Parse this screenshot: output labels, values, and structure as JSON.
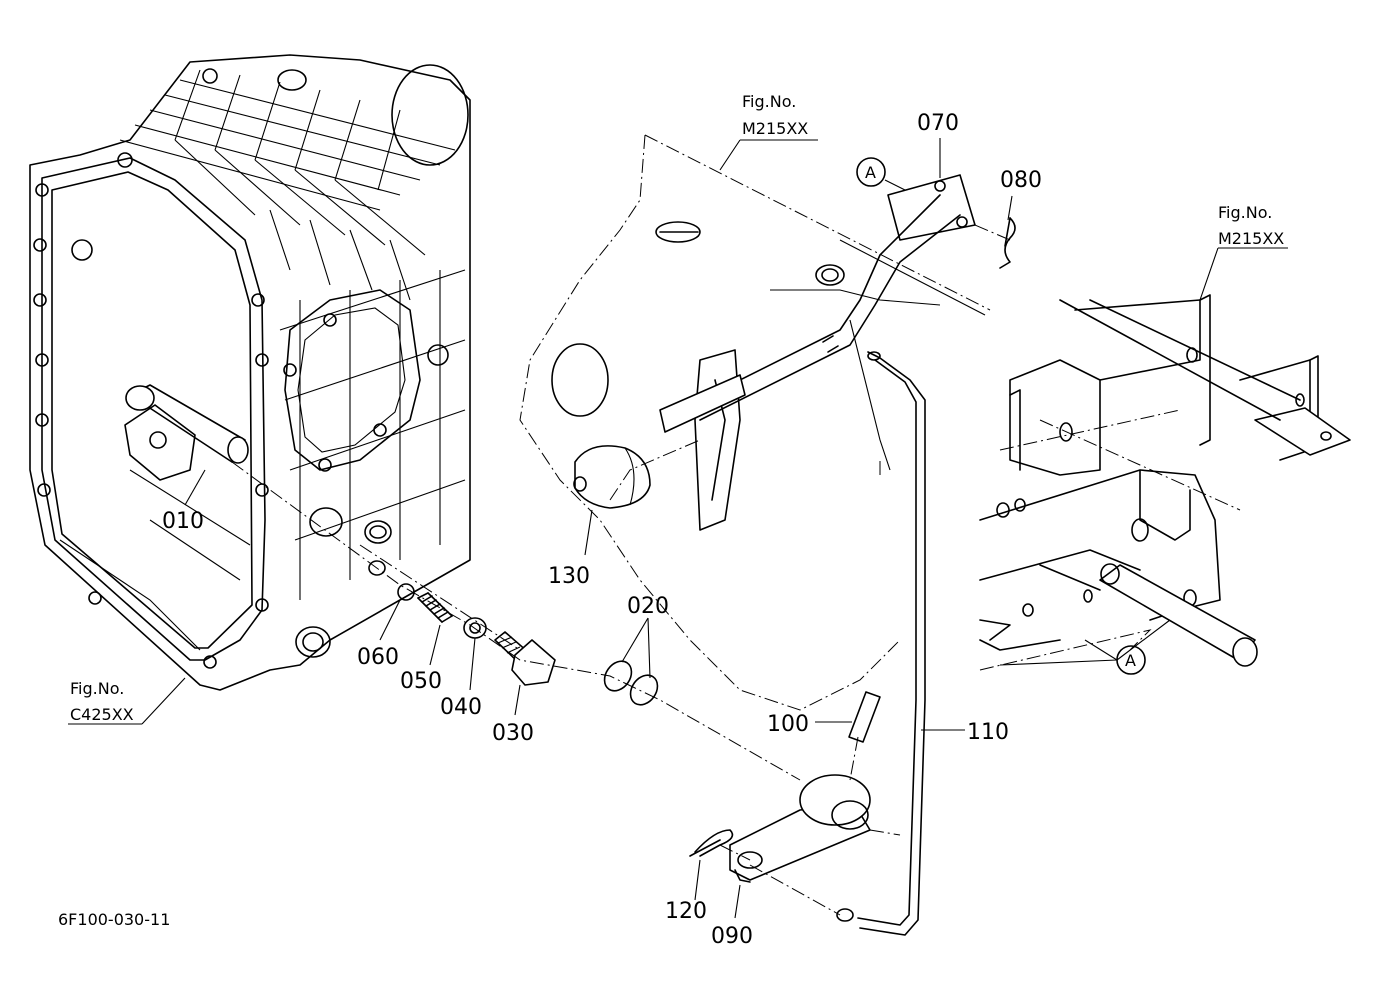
{
  "parts": [
    {
      "no": "010"
    },
    {
      "no": "020"
    },
    {
      "no": "030"
    },
    {
      "no": "040"
    },
    {
      "no": "050"
    },
    {
      "no": "060"
    },
    {
      "no": "070"
    },
    {
      "no": "080"
    },
    {
      "no": "090"
    },
    {
      "no": "100"
    },
    {
      "no": "110"
    },
    {
      "no": "120"
    },
    {
      "no": "130"
    }
  ],
  "references": [
    {
      "line1": "Fig.No.",
      "line2": "M215XX"
    },
    {
      "line1": "Fig.No.",
      "line2": "M215XX"
    },
    {
      "line1": "Fig.No.",
      "line2": "C425XX"
    }
  ],
  "markers": [
    "A",
    "A"
  ],
  "drawing_code": "6F100-030-11"
}
